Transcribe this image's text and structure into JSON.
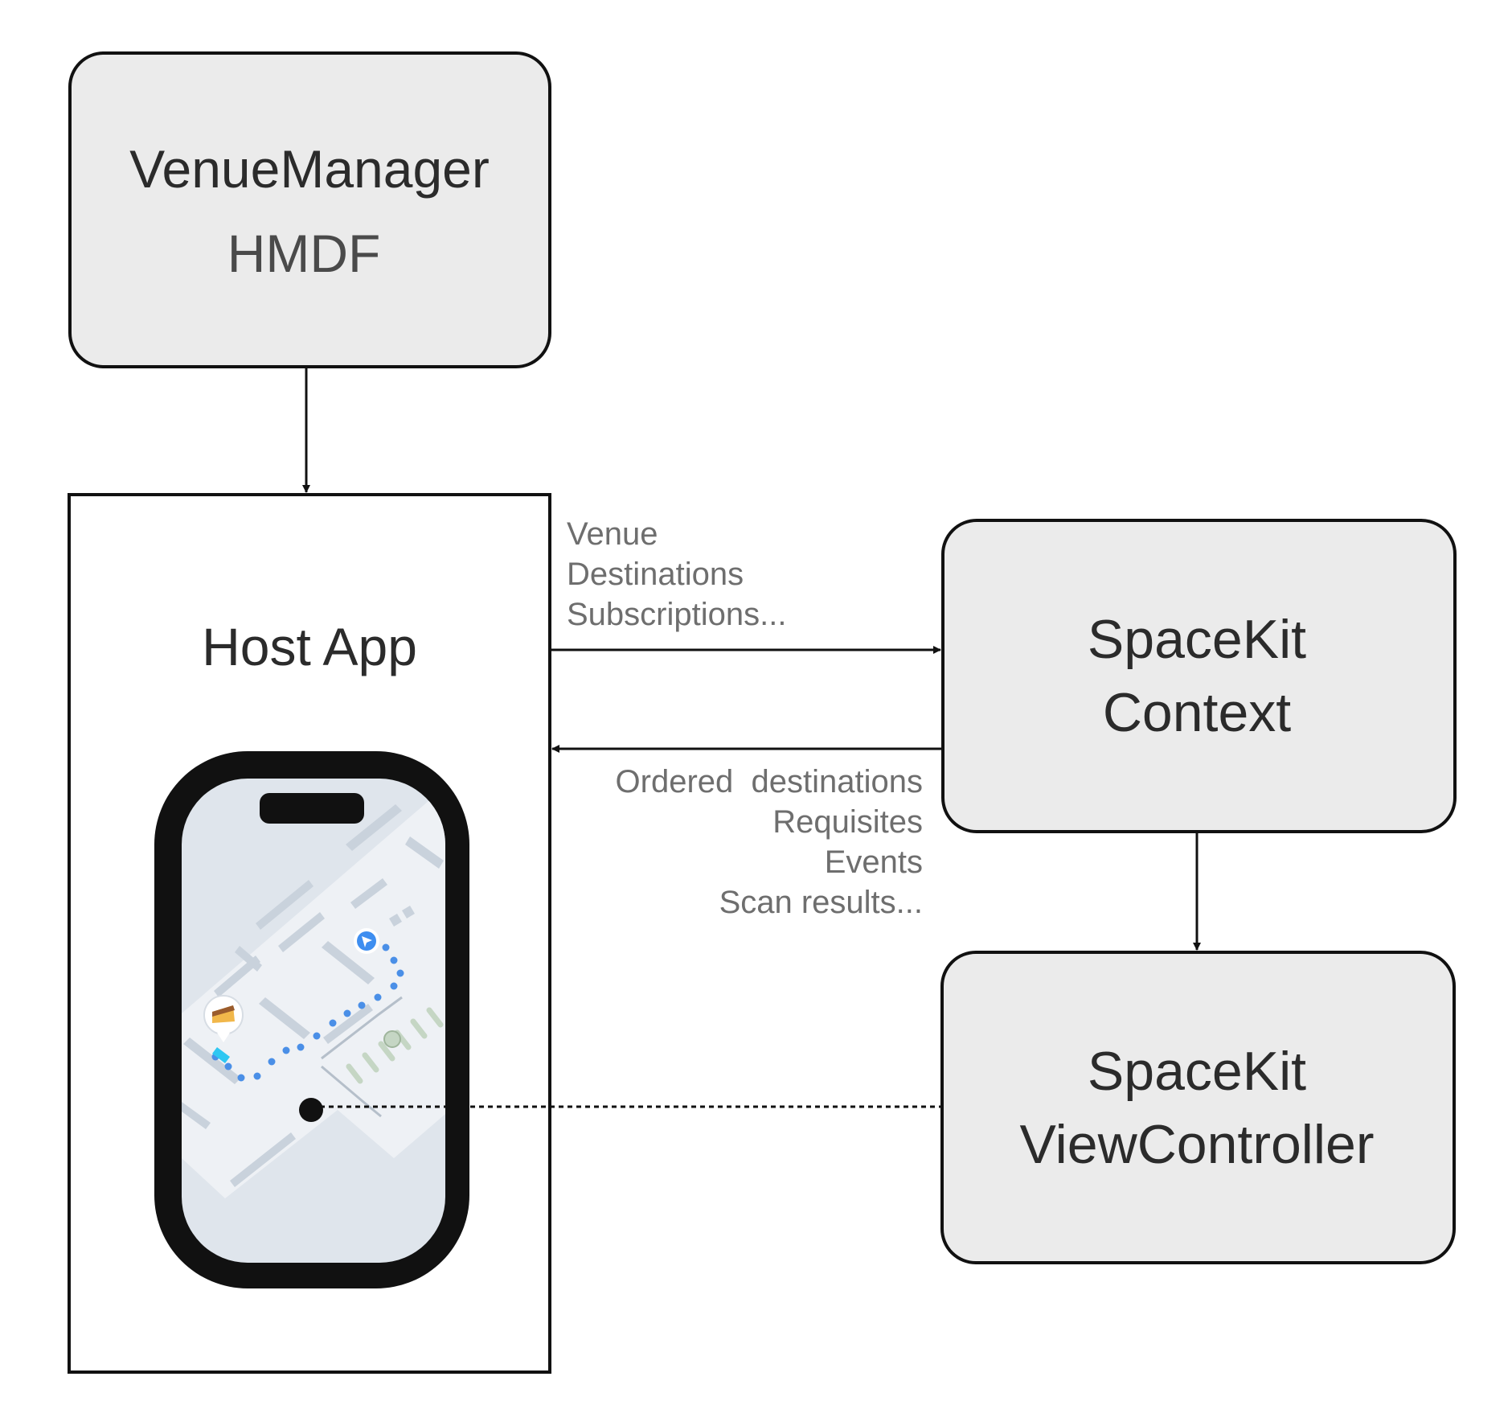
{
  "venue_manager": {
    "title": "VenueManager",
    "subtitle": "HMDF"
  },
  "host_app": {
    "title": "Host App"
  },
  "spacekit_context": {
    "line1": "SpaceKit",
    "line2": "Context"
  },
  "spacekit_viewcontroller": {
    "line1": "SpaceKit",
    "line2": "ViewController"
  },
  "host_to_context_labels": [
    "Venue",
    "Destinations",
    "Subscriptions..."
  ],
  "context_to_host_labels": [
    "Ordered  destinations",
    "Requisites",
    "Events",
    "Scan results..."
  ],
  "colors": {
    "box_fill": "#ebebeb",
    "stroke": "#111111",
    "note_text": "#6e6e6e",
    "phone_frame": "#111111",
    "phone_screen": "#dfe5ec",
    "route_dots": "#4a8fe7"
  }
}
